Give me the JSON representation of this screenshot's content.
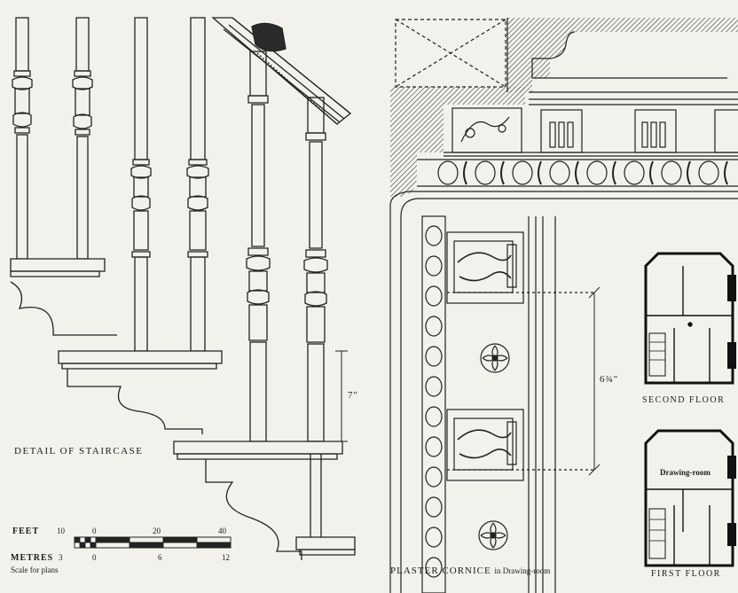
{
  "staircase": {
    "title": "DETAIL OF STAIRCASE",
    "riser_dim": "7\""
  },
  "scale": {
    "feet_label": "FEET",
    "feet_ticks": [
      "10",
      "0",
      "20",
      "40"
    ],
    "metres_label": "METRES",
    "metres_ticks": [
      "3",
      "0",
      "6",
      "12"
    ],
    "note": "Scale for plans"
  },
  "cornice": {
    "title": "PLASTER CORNICE",
    "title_suffix": "in Drawing-room",
    "depth_dim": "6¾\""
  },
  "plans": {
    "second_floor": {
      "caption": "SECOND FLOOR"
    },
    "first_floor": {
      "caption": "FIRST FLOOR",
      "room_label": "Drawing-room"
    }
  }
}
